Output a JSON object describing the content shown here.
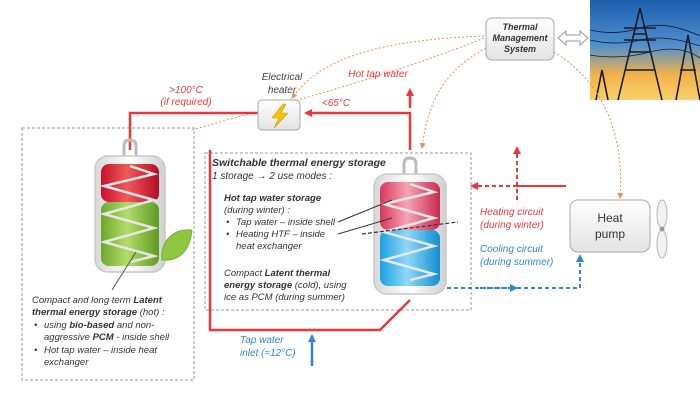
{
  "labels": {
    "hot_tap_water": "Hot tap water",
    "temp_gt100": ">100°C",
    "if_required": "(if required)",
    "temp_lt65": "<65°C",
    "electrical_heater_1": "Electrical",
    "electrical_heater_2": "heater",
    "tms_1": "Thermal",
    "tms_2": "Management",
    "tms_3": "System",
    "tap_inlet_1": "Tap water",
    "tap_inlet_2": "inlet (≈12°C)",
    "heating_circuit_1": "Heating circuit",
    "heating_circuit_2": "(during winter)",
    "cooling_circuit_1": "Cooling circuit",
    "cooling_circuit_2": "(during summer)",
    "heat_pump_1": "Heat",
    "heat_pump_2": "pump"
  },
  "left_box": {
    "line1_normal": "Compact and long term ",
    "line1_bold": "Latent",
    "line2_bold": "thermal energy storage",
    "line2_normal": " (hot) :",
    "bullet1_a_normal": "using ",
    "bullet1_a_bold": "bio-based",
    "bullet1_a_normal2": " and non-",
    "bullet1_b_normal": "aggressive ",
    "bullet1_b_bold": "PCM",
    "bullet1_b_normal2": " - inside shell",
    "bullet2_a": "Hot tap water – inside heat",
    "bullet2_b": "exchanger"
  },
  "center_box": {
    "title": "Switchable thermal energy storage",
    "subtitle": "1 storage → 2 use modes :",
    "hot_title": "Hot tap water storage",
    "hot_sub": "(during winter) :",
    "hot_b1": "Tap water – inside shell",
    "hot_b2a": "Heating HTF – inside",
    "hot_b2b": "heat exchanger",
    "cold_1_normal": "Compact ",
    "cold_1_bold": "Latent thermal",
    "cold_2_bold": "energy storage",
    "cold_2_normal": " (cold), using",
    "cold_3": "ice as PCM (during summer)"
  },
  "colors": {
    "red": "#e8383d",
    "blue": "#2e86d4",
    "green": "#8dc63f",
    "text": "#333333"
  }
}
